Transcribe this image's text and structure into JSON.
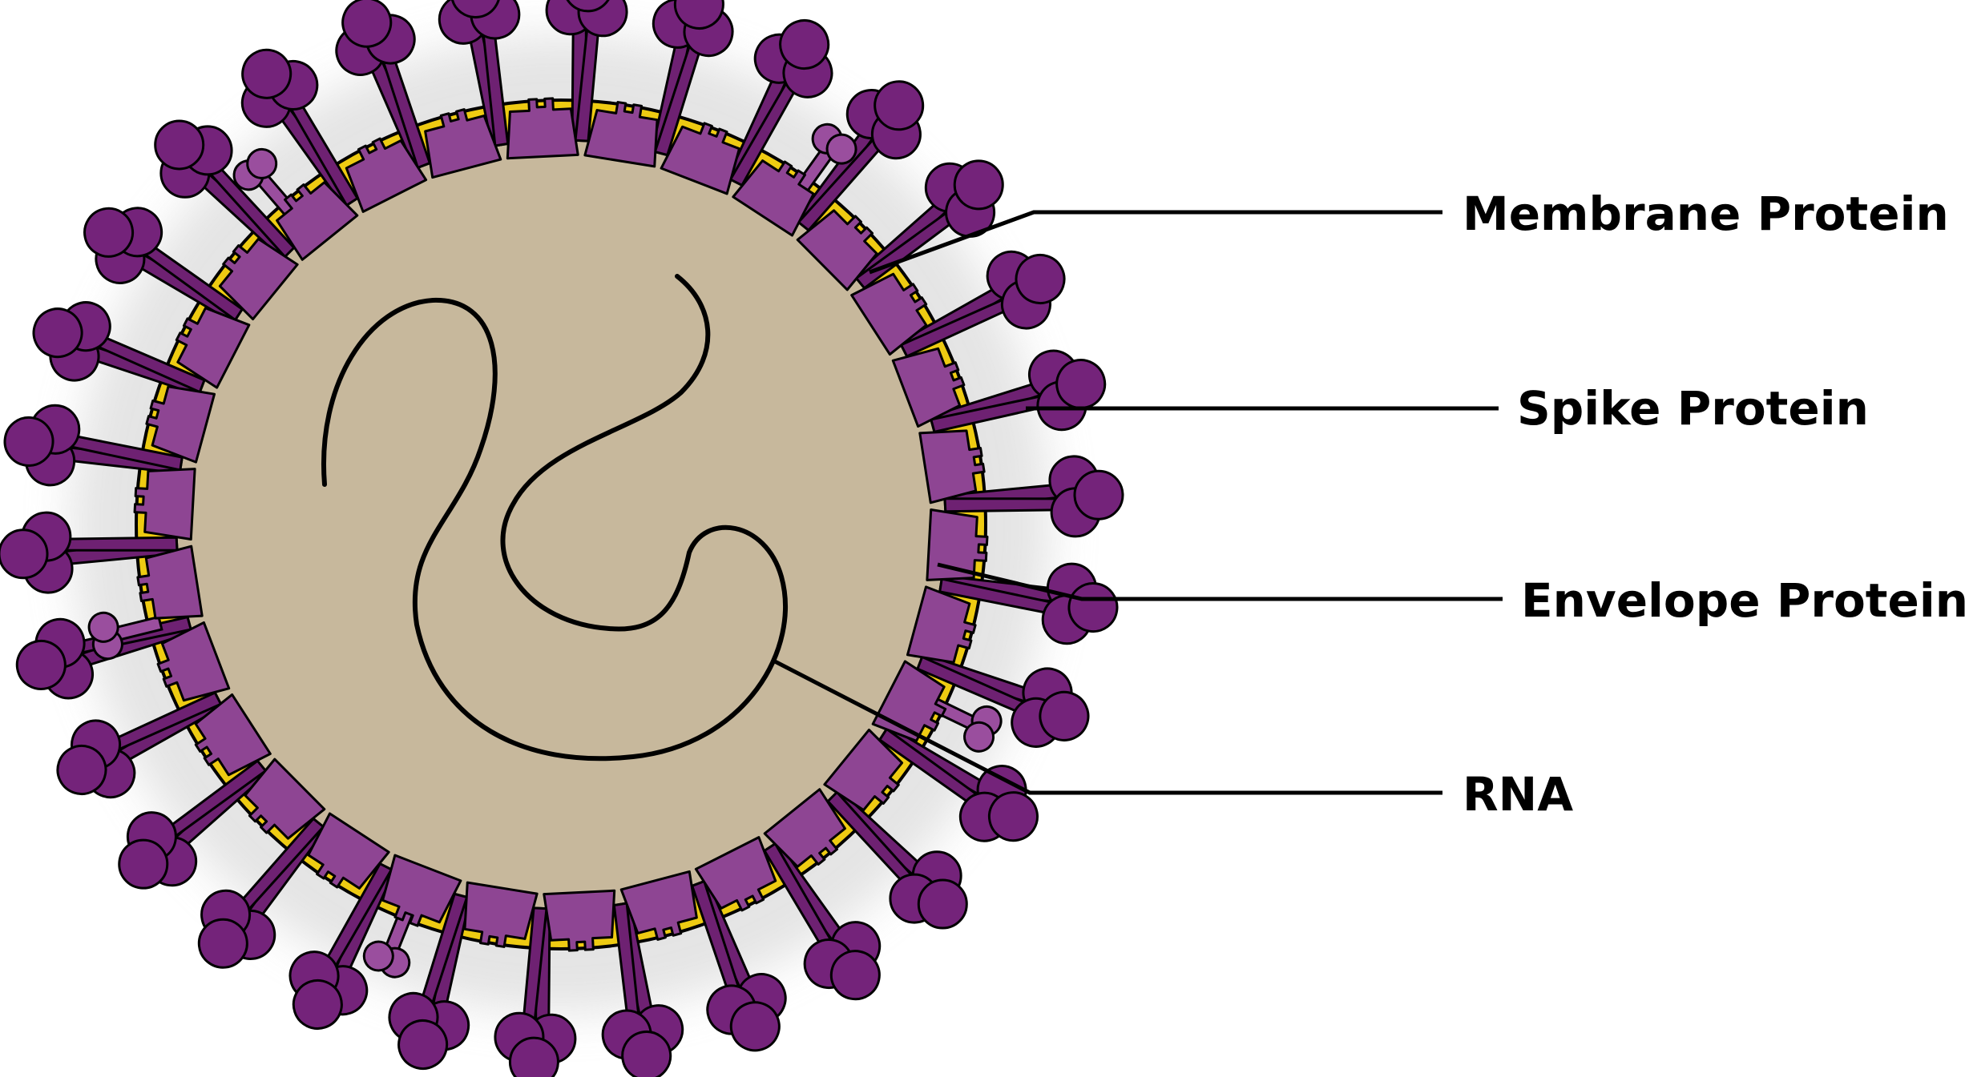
{
  "diagram": {
    "labels": {
      "membrane": "Membrane Protein",
      "spike": "Spike Protein",
      "envelope": "Envelope Protein",
      "rna": "RNA"
    }
  },
  "colors": {
    "capsid_fill": "#c7b89c",
    "envelope_ring": "#eecb12",
    "membrane_protein": "#8e4593",
    "spike_head": "#74237a",
    "spike_stalk": "#6e2172",
    "envelope_protein": "#9a4e9e",
    "outline": "#000000",
    "halo": "#cfcfcf"
  }
}
